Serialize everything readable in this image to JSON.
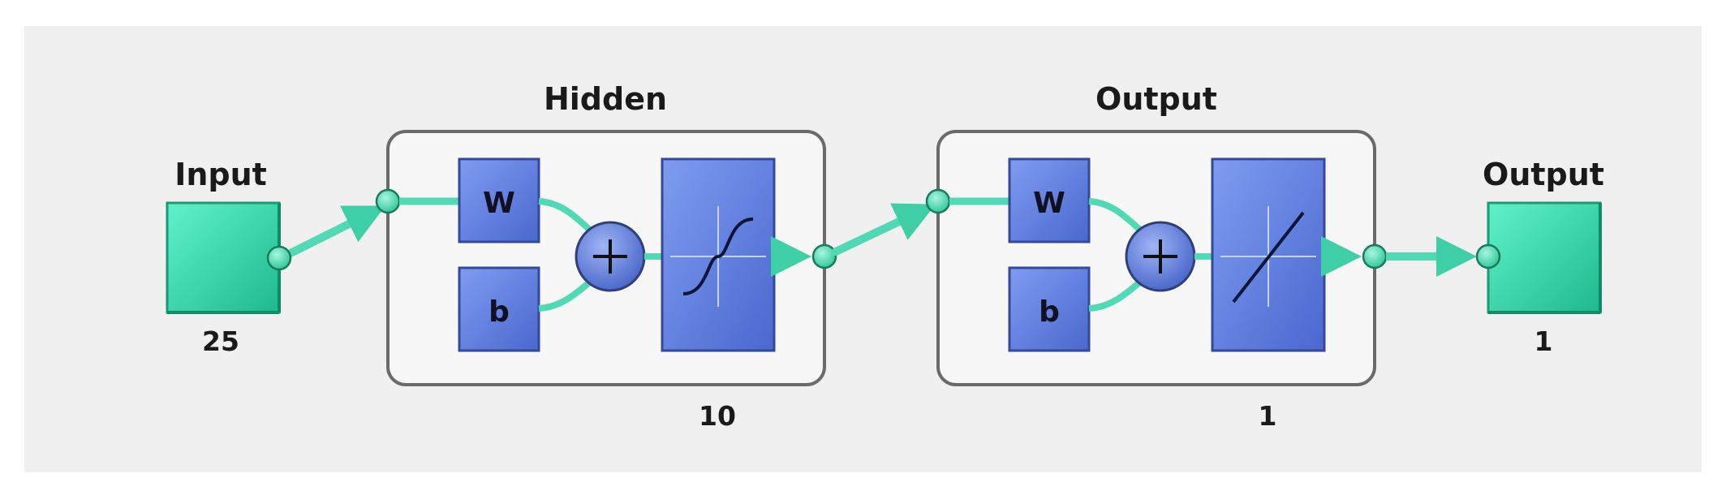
{
  "diagram": {
    "input": {
      "title": "Input",
      "size": "25"
    },
    "hidden": {
      "title": "Hidden",
      "weight_label": "W",
      "bias_label": "b",
      "size": "10",
      "transfer_icon": "sigmoid-icon"
    },
    "output_layer": {
      "title": "Output",
      "weight_label": "W",
      "bias_label": "b",
      "size": "1",
      "transfer_icon": "linear-icon"
    },
    "output": {
      "title": "Output",
      "size": "1"
    },
    "sum_icon": "plus-icon",
    "colors": {
      "background_panel": "#f0f0f0",
      "green": "#27d1a5",
      "green_connector": "#4fd9b4",
      "blue": "#5a7de0",
      "blue_dark": "#3a55b0",
      "layer_border": "#6a6a6a"
    }
  }
}
